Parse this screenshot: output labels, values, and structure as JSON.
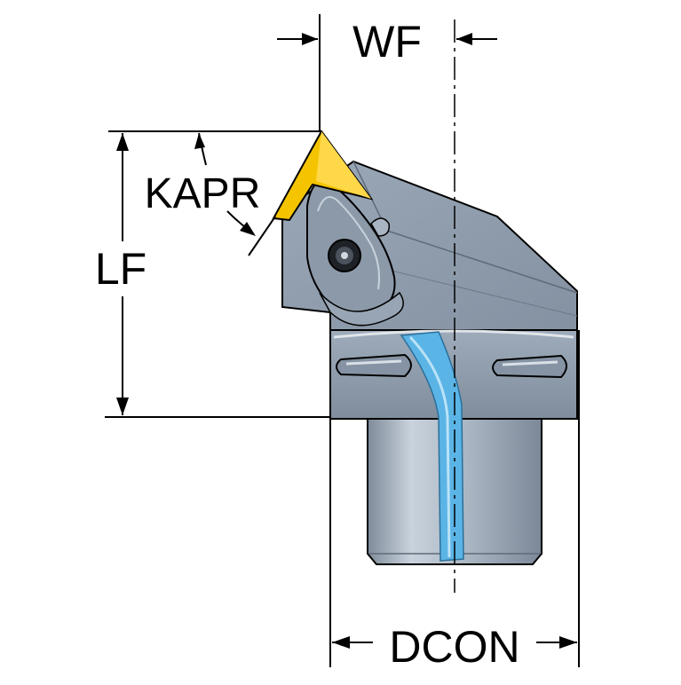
{
  "labels": {
    "wf": "WF",
    "kapr": "KAPR",
    "lf": "LF",
    "dcon": "DCON"
  },
  "colors": {
    "body_gray": "#8d9bab",
    "body_gray_dark": "#6f7d8e",
    "body_gray_light": "#b7c2cd",
    "insert_yellow": "#f5c400",
    "coolant_blue": "#5bb4e6",
    "line_black": "#000000",
    "background": "#ffffff"
  }
}
